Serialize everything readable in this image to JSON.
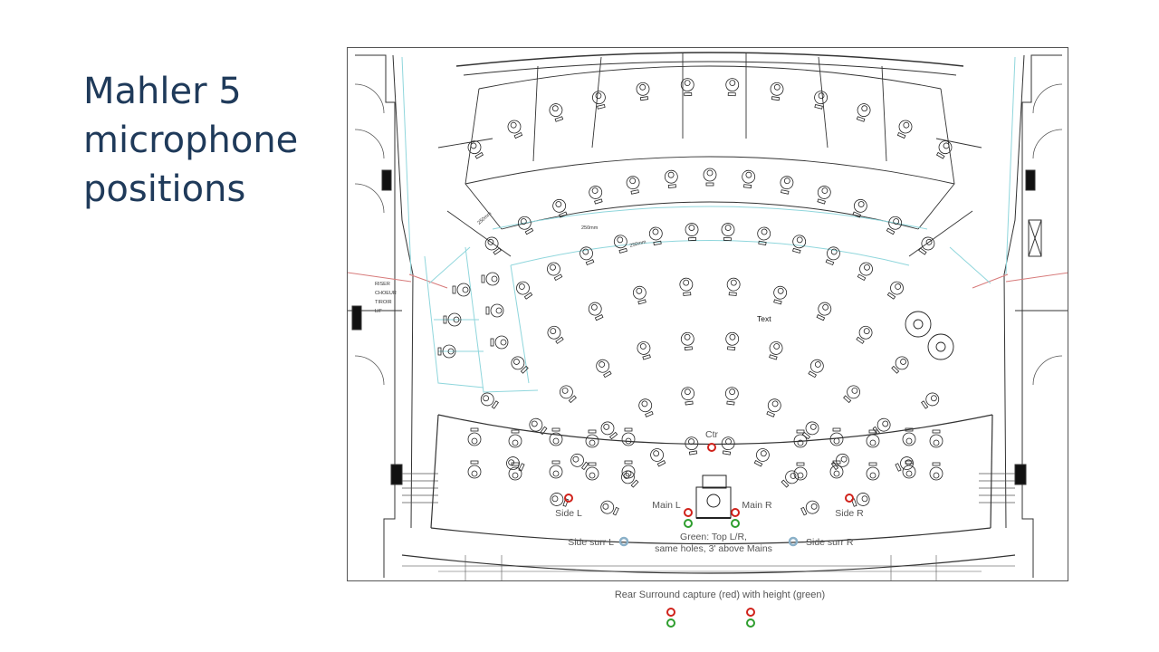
{
  "slide": {
    "title_lines": [
      "Mahler 5",
      "microphone",
      "positions"
    ]
  },
  "plan": {
    "riser_labels": [
      "RISER",
      "CHOEUR",
      "TIROIR",
      "LIF"
    ],
    "dim_labels": [
      "250mm",
      "250mm",
      "250mm"
    ],
    "text_marker": "Text",
    "mics": {
      "ctr": "Ctr",
      "main_l": "Main L",
      "main_r": "Main R",
      "side_l": "Side L",
      "side_r": "Side R",
      "side_surr_l": "Side surr L",
      "side_surr_r": "Side surr R",
      "green_note_line1": "Green: Top L/R,",
      "green_note_line2": "same holes, 3' above Mains"
    }
  },
  "rear": {
    "caption": "Rear Surround capture (red) with height (green)"
  },
  "colors": {
    "title": "#1f3a5a",
    "mic_red": "#d0221b",
    "mic_green": "#2e9e2e",
    "mic_blue": "#8ab0c8",
    "riser_cyan": "#8fd6dc",
    "wall_red": "#d77a7a"
  }
}
